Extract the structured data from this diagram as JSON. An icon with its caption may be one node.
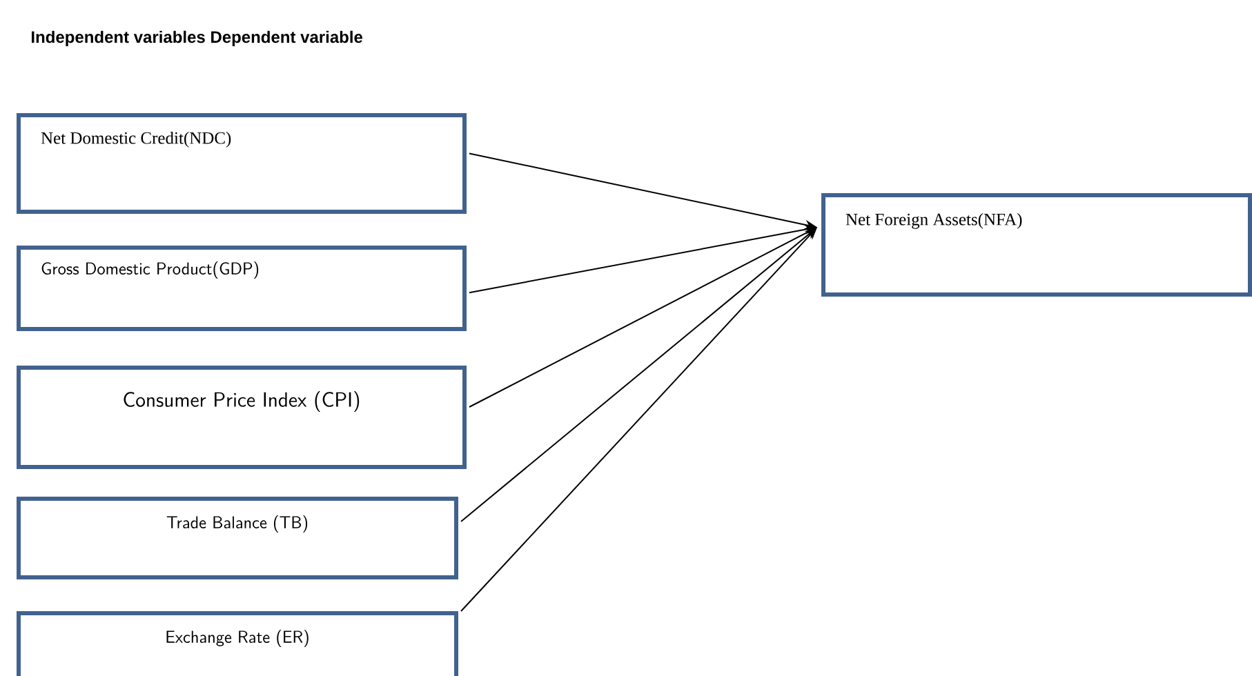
{
  "diagram": {
    "title": "Independent variables Dependent variable",
    "nodes": [
      {
        "text": [
          "Net Domestic Credit(NDC)"
        ]
      },
      {
        "text": [
          "Gross Domestic Product(GDP)"
        ]
      },
      {
        "text": [
          "Consumer Price Index (CPI)"
        ]
      },
      {
        "text": [
          "Trade Balance (TB)"
        ]
      },
      {
        "text": [
          "Exchange Rate (ER)"
        ]
      },
      {
        "text": [
          "Net Foreign Assets(NFA)"
        ]
      }
    ],
    "edges": [
      {
        "from": 0,
        "to": 5,
        "arrow": "to"
      },
      {
        "from": 1,
        "to": 5,
        "arrow": "to"
      },
      {
        "from": 2,
        "to": 5,
        "arrow": "to"
      },
      {
        "from": 3,
        "to": 5,
        "arrow": "to"
      },
      {
        "from": 4,
        "to": 5,
        "arrow": "to"
      }
    ]
  }
}
